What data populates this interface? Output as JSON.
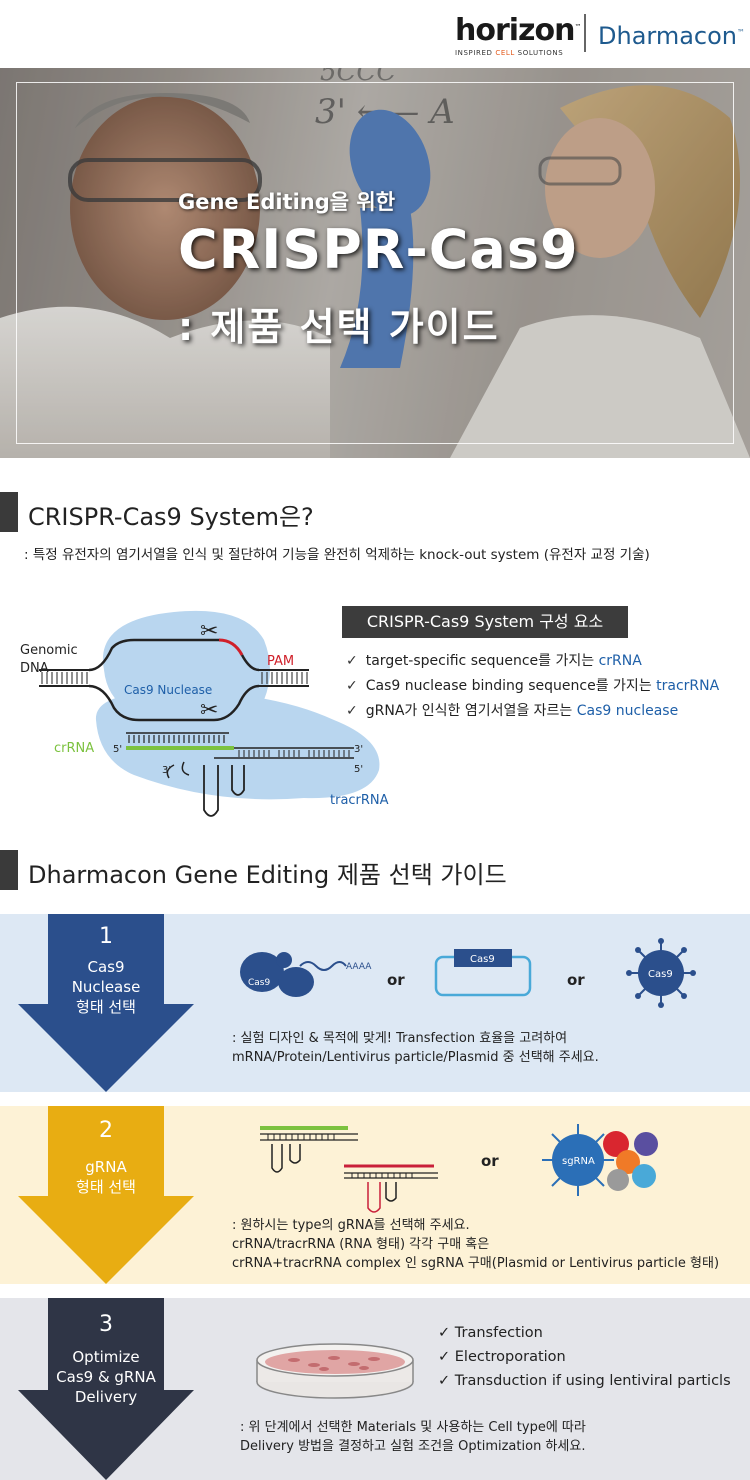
{
  "header": {
    "logo_word": "horizon",
    "logo_tm": "™",
    "logo_tagline_a": "INSPIRED ",
    "logo_tagline_b": "CELL",
    "logo_tagline_c": " SOLUTIONS",
    "brand": "Dharmacon",
    "brand_tm": "™"
  },
  "hero": {
    "subtitle": "Gene Editing을 위한",
    "title": "CRISPR-Cas9",
    "title2": ": 제품 선택 가이드"
  },
  "section1": {
    "heading": "CRISPR-Cas9 System은?",
    "description": ": 특정 유전자의 염기서열을 인식 및 절단하여 기능을 완전히 억제하는 knock-out system (유전자 교정 기술)"
  },
  "diagram": {
    "genomic": "Genomic",
    "dna": "DNA",
    "pam": "PAM",
    "cas9_nuclease": "Cas9 Nuclease",
    "crrna": "crRNA",
    "tracrrna": "tracrRNA",
    "five_prime": "5'",
    "three_prime": "3'"
  },
  "components": {
    "title": "CRISPR-Cas9 System 구성 요소",
    "items": [
      {
        "check": "✓",
        "text": "target-specific sequence를 가지는 ",
        "highlight": "crRNA"
      },
      {
        "check": "✓",
        "text": "Cas9 nuclease binding sequence를 가지는 ",
        "highlight": "tracrRNA"
      },
      {
        "check": "✓",
        "text": "gRNA가 인식한 염기서열을 자르는 ",
        "highlight": "Cas9 nuclease"
      }
    ]
  },
  "section2": {
    "heading": "Dharmacon Gene Editing 제품 선택 가이드"
  },
  "steps": [
    {
      "number": "1",
      "label_lines": [
        "Cas9",
        "Nuclease",
        "형태 선택"
      ],
      "or": "or",
      "icons": {
        "mrna_cas9": "Cas9",
        "polya": "AAAA",
        "plasmid_cas9": "Cas9",
        "virus_cas9": "Cas9"
      },
      "desc_lines": [
        ": 실험 디자인 & 목적에 맞게! Transfection 효율을 고려하여",
        "  mRNA/Protein/Lentivirus particle/Plasmid 중 선택해 주세요."
      ]
    },
    {
      "number": "2",
      "label_lines": [
        "gRNA",
        "형태 선택"
      ],
      "or": "or",
      "icons": {
        "sgrna": "sgRNA"
      },
      "desc_lines": [
        ": 원하시는 type의 gRNA를 선택해 주세요.",
        "  crRNA/tracrRNA  (RNA 형태) 각각 구매 혹은",
        "  crRNA+tracrRNA  complex 인 sgRNA 구매(Plasmid or Lentivirus particle 형태)"
      ]
    },
    {
      "number": "3",
      "label_lines": [
        "Optimize",
        "Cas9 & gRNA",
        "Delivery"
      ],
      "delivery": [
        {
          "check": "✓",
          "text": "Transfection"
        },
        {
          "check": "✓",
          "text": "Electroporation"
        },
        {
          "check": "✓",
          "text": "Transduction if using lentiviral particls"
        }
      ],
      "desc_lines": [
        ": 위 단계에서 선택한 Materials 및 사용하는 Cell type에 따라",
        "  Delivery 방법을 결정하고 실험 조건을 Optimization 하세요."
      ]
    }
  ],
  "colors": {
    "step1_bg": "#dde8f4",
    "step1_arrow": "#2b4f8c",
    "step2_bg": "#fdf2d6",
    "step2_arrow": "#e8ad12",
    "step3_bg": "#e4e5ea",
    "step3_arrow": "#2f3546",
    "link_blue": "#1e5fa8",
    "pam_red": "#d0202a",
    "crrna_green": "#7cc23f"
  }
}
